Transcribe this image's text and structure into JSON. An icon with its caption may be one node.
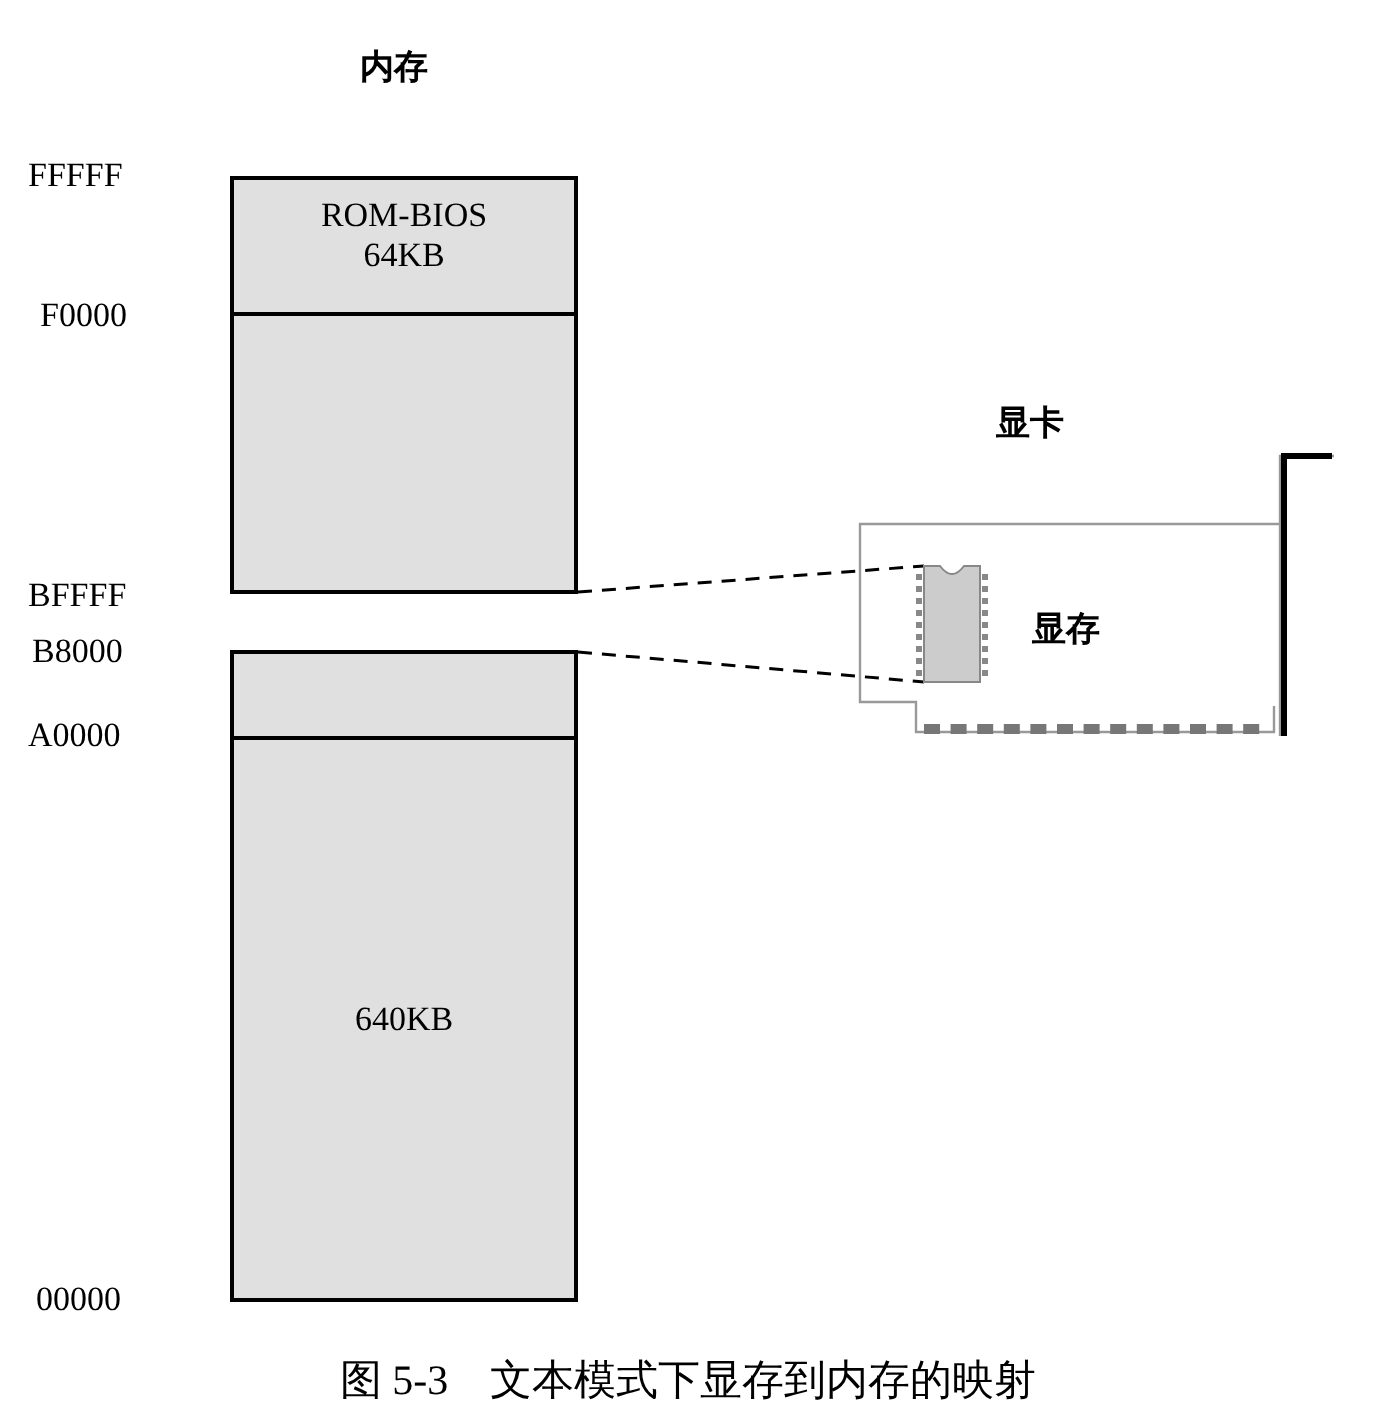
{
  "diagram": {
    "caption": "图 5-3　文本模式下显存到内存的映射",
    "nodes": [
      {
        "text": [
          "ROM-BIOS 64KB"
        ]
      },
      {
        "text": [],
        "shape": "box"
      },
      {
        "text": [],
        "shape": "box"
      },
      {
        "text": [
          "640KB"
        ]
      },
      {
        "text": [
          "显卡"
        ]
      },
      {
        "text": [],
        "shape": "box",
        "in": 4,
        "beside": [
          "显存"
        ]
      }
    ],
    "edges": [
      {
        "from": 1,
        "to": 5,
        "arrow": "none",
        "style": "dashed"
      },
      {
        "from": 2,
        "to": 5,
        "arrow": "none",
        "style": "dashed"
      }
    ],
    "labels": [
      "内存",
      "FFFFF",
      "F0000",
      "BFFFF",
      "B8000",
      "A0000",
      "00000"
    ]
  }
}
